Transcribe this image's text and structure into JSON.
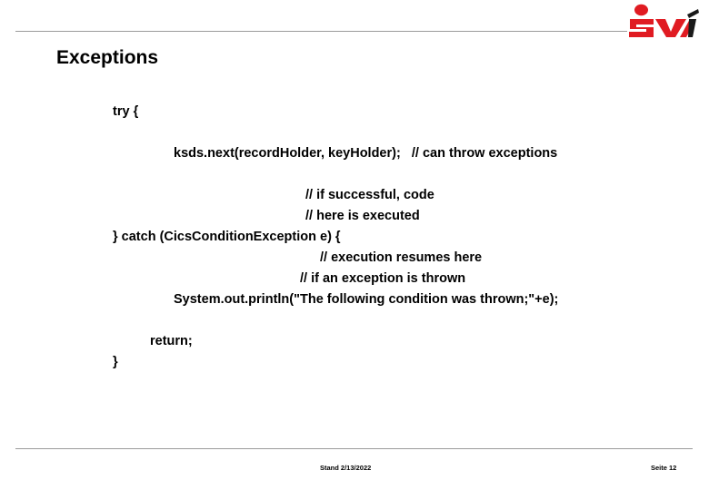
{
  "slide": {
    "title": "Exceptions",
    "logo_alt": "svi-logo",
    "logo_color": "#e01b22"
  },
  "code": {
    "lines": [
      {
        "text": "try {",
        "indent": 0
      },
      {
        "text": "",
        "indent": 0
      },
      {
        "text": "ksds.next(recordHolder, keyHolder);   // can throw exceptions",
        "indent": 2
      },
      {
        "text": "",
        "indent": 0
      },
      {
        "text": "// if successful, code",
        "indent": 3
      },
      {
        "text": "// here is executed",
        "indent": 3
      },
      {
        "text": "} catch (CicsConditionException e) {",
        "indent": 0
      },
      {
        "text": "// execution resumes here",
        "indent": 5
      },
      {
        "text": "// if an exception is thrown",
        "indent": 4
      },
      {
        "text": "System.out.println(\"The following condition was thrown;\"+e);",
        "indent": 2
      },
      {
        "text": "",
        "indent": 0
      },
      {
        "text": "return;",
        "indent": 1
      },
      {
        "text": "}",
        "indent": 0
      }
    ]
  },
  "footer": {
    "date": "Stand 2/13/2022",
    "page": "Seite 12"
  }
}
